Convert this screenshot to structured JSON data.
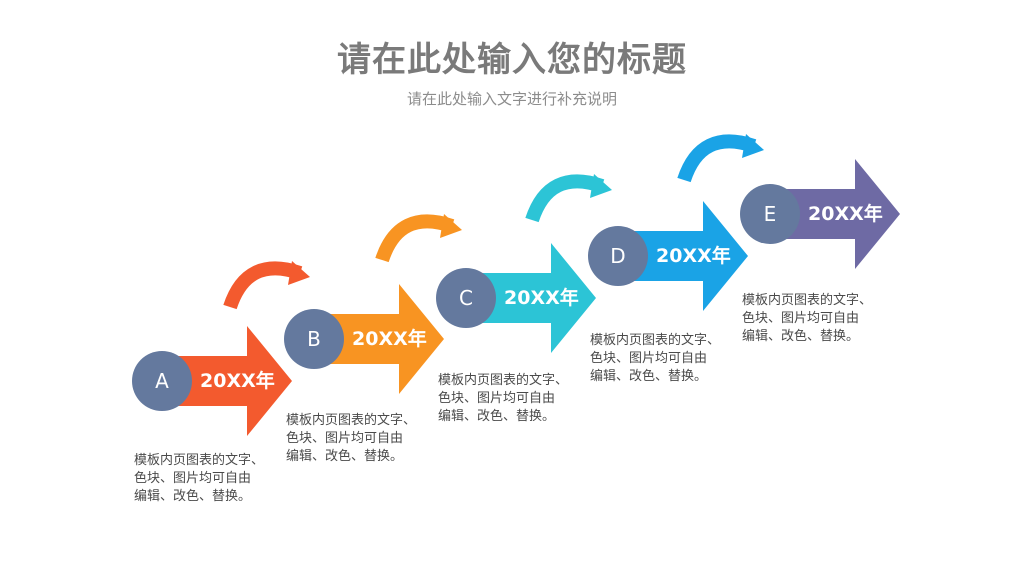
{
  "title": "请在此处输入您的标题",
  "subtitle": "请在此处输入文字进行补充说明",
  "colors": {
    "badge": "#64799e",
    "step_a": "#f35a2e",
    "step_b": "#f89422",
    "step_c": "#2cc4d6",
    "step_d": "#1aa3e6",
    "step_e": "#6e6aa4"
  },
  "steps": [
    {
      "letter": "A",
      "year": "20XX年",
      "color": "#f35a2e",
      "desc": [
        "模板内页图表的文字、",
        "色块、图片均可自由",
        "编辑、改色、替换。"
      ]
    },
    {
      "letter": "B",
      "year": "20XX年",
      "color": "#f89422",
      "desc": [
        "模板内页图表的文字、",
        "色块、图片均可自由",
        "编辑、改色、替换。"
      ]
    },
    {
      "letter": "C",
      "year": "20XX年",
      "color": "#2cc4d6",
      "desc": [
        "模板内页图表的文字、",
        "色块、图片均可自由",
        "编辑、改色、替换。"
      ]
    },
    {
      "letter": "D",
      "year": "20XX年",
      "color": "#1aa3e6",
      "desc": [
        "模板内页图表的文字、",
        "色块、图片均可自由",
        "编辑、改色、替换。"
      ]
    },
    {
      "letter": "E",
      "year": "20XX年",
      "color": "#6e6aa4",
      "desc": [
        "模板内页图表的文字、",
        "色块、图片均可自由",
        "编辑、改色、替换。"
      ]
    }
  ]
}
